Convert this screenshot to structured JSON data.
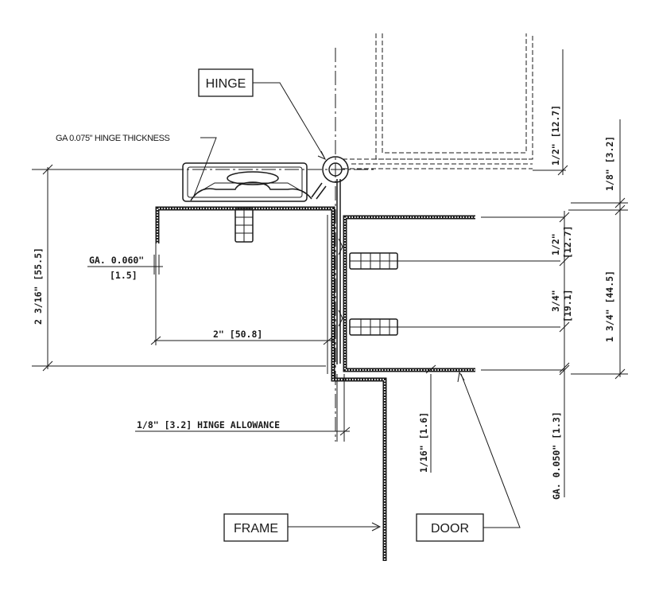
{
  "callouts": {
    "hinge": "HINGE",
    "frame": "FRAME",
    "door": "DOOR",
    "hinge_thickness": "GA 0.075\" HINGE THICKNESS"
  },
  "dimensions": {
    "ga_060": "GA. 0.060\"",
    "ga_060_mm": "[1.5]",
    "width_2in": "2\" [50.8]",
    "height_2_3_16": "2 3/16\" [55.5]",
    "hinge_allowance": "1/8\" [3.2] HINGE ALLOWANCE",
    "sixteenth": "1/16\" [1.6]",
    "door_top_half": "1/2\" [12.7]",
    "eighth": "1/8\" [3.2]",
    "screw_half": "1/2\"",
    "screw_half_mm": "[12.7]",
    "screw_3_4": "3/4\"",
    "screw_3_4_mm": "[19.1]",
    "door_1_3_4": "1 3/4\" [44.5]",
    "ga_050": "GA. 0.050\" [1.3]"
  }
}
